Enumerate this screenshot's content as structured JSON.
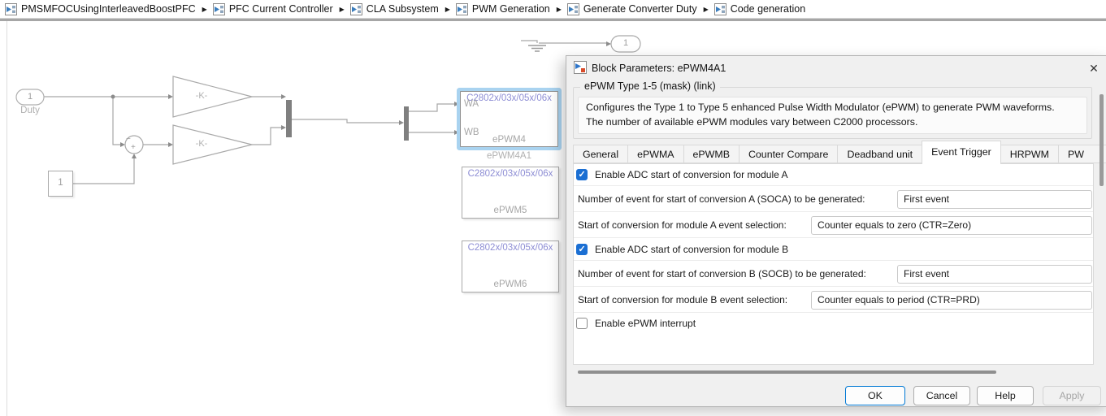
{
  "colors": {
    "accent_blue": "#0078d4",
    "checkbox_blue": "#1b6fd3",
    "selection_blue": "#a9d3f0",
    "chip_purple": "#8d8dd4",
    "diagram_gray": "#a9a9a9"
  },
  "breadcrumb": {
    "separator": "▶",
    "items": [
      {
        "label": "PMSMFOCUsingInterleavedBoostPFC"
      },
      {
        "label": "PFC Current Controller"
      },
      {
        "label": "CLA Subsystem"
      },
      {
        "label": "PWM Generation"
      },
      {
        "label": "Generate Converter Duty"
      },
      {
        "label": "Code generation"
      }
    ]
  },
  "diagram": {
    "inport_label": "1",
    "inport_name": "Duty",
    "constant_value": "1",
    "gain1_label": "-K-",
    "gain2_label": "-K-",
    "sum_minus": "−",
    "sum_plus": "+",
    "outport_label": "1",
    "epwm4": {
      "chip": "C2802x/03x/05x/06x",
      "port_wa": "WA",
      "port_wb": "WB",
      "inner_label": "ePWM4",
      "name": "ePWM4A1"
    },
    "epwm5": {
      "chip": "C2802x/03x/05x/06x",
      "name": "ePWM5"
    },
    "epwm6": {
      "chip": "C2802x/03x/05x/06x",
      "name": "ePWM6"
    }
  },
  "dialog": {
    "title": "Block Parameters: ePWM4A1",
    "close_icon": "✕",
    "mask_title": "ePWM Type 1-5 (mask) (link)",
    "description_line1": "Configures the Type 1 to Type 5 enhanced Pulse Width Modulator (ePWM) to generate PWM waveforms.",
    "description_line2": "The number of available ePWM modules vary between C2000 processors.",
    "tabs": [
      {
        "label": "General",
        "active": false
      },
      {
        "label": "ePWMA",
        "active": false
      },
      {
        "label": "ePWMB",
        "active": false
      },
      {
        "label": "Counter Compare",
        "active": false
      },
      {
        "label": "Deadband unit",
        "active": false
      },
      {
        "label": "Event Trigger",
        "active": true
      },
      {
        "label": "HRPWM",
        "active": false
      },
      {
        "label": "PW",
        "active": false
      }
    ],
    "fields": {
      "enable_soc_a": {
        "label": "Enable ADC start of conversion for module A",
        "checked": true
      },
      "soca_count": {
        "label": "Number of event for start of conversion A (SOCA) to be generated:",
        "value": "First event"
      },
      "soca_event": {
        "label": "Start of conversion for module A event selection:",
        "value": "Counter equals to zero (CTR=Zero)"
      },
      "enable_soc_b": {
        "label": "Enable ADC start of conversion for module B",
        "checked": true
      },
      "socb_count": {
        "label": "Number of event for start of conversion B (SOCB) to be generated:",
        "value": "First event"
      },
      "socb_event": {
        "label": "Start of conversion for module B event selection:",
        "value": "Counter equals to period (CTR=PRD)"
      },
      "enable_interrupt": {
        "label": "Enable ePWM interrupt",
        "checked": false
      }
    },
    "buttons": {
      "ok": "OK",
      "cancel": "Cancel",
      "help": "Help",
      "apply": "Apply"
    }
  }
}
